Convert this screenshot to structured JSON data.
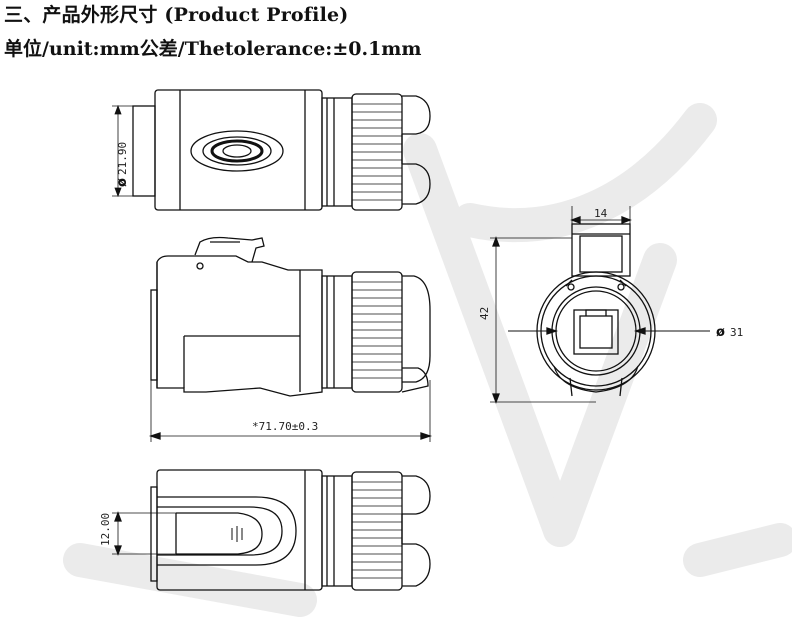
{
  "header": {
    "title": "三、产品外形尺寸 (Product Profile)",
    "subtitle": "单位/unit:mm公差/Thetolerance:±0.1mm"
  },
  "dimensions": {
    "rear_diameter": "21.90",
    "overall_length": "*71.70±0.3",
    "front_width": "14",
    "front_height": "42",
    "front_diameter": "31",
    "bottom_width": "12.00",
    "diameter_symbol": "ø"
  },
  "watermark": {
    "color": "#e6e6e6"
  }
}
